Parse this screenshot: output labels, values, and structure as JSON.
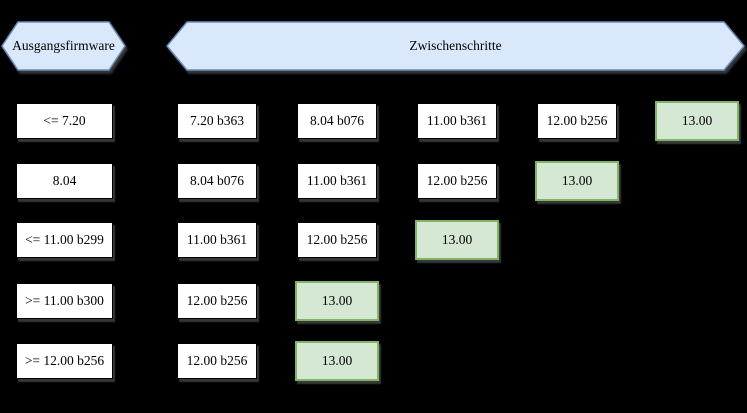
{
  "colors": {
    "background": "#000000",
    "header_fill": "#dae8fc",
    "header_stroke": "#6c8ebf",
    "box_fill": "#ffffff",
    "box_stroke": "#000000",
    "final_fill": "#d5e8d4",
    "final_stroke": "#82b366",
    "text": "#000000"
  },
  "headers": [
    {
      "label": "Ausgangsfirmware"
    },
    {
      "label": "Zwischenschritte"
    }
  ],
  "rows": [
    {
      "source": "<= 7.20",
      "steps": [
        "7.20 b363",
        "8.04 b076",
        "11.00 b361",
        "12.00 b256"
      ],
      "final": "13.00"
    },
    {
      "source": "8.04",
      "steps": [
        "8.04 b076",
        "11.00 b361",
        "12.00 b256"
      ],
      "final": "13.00"
    },
    {
      "source": "<= 11.00 b299",
      "steps": [
        "11.00 b361",
        "12.00 b256"
      ],
      "final": "13.00"
    },
    {
      "source": ">= 11.00 b300",
      "steps": [
        "12.00 b256"
      ],
      "final": "13.00"
    },
    {
      "source": ">= 12.00 b256",
      "steps": [
        "12.00 b256"
      ],
      "final": "13.00"
    }
  ]
}
